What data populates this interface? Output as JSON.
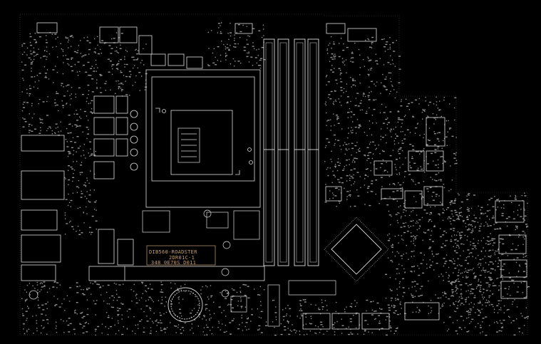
{
  "board": {
    "background": "#000000",
    "silkscreen_color": "#d8d8d8",
    "label_color": "#c79f72",
    "labels": {
      "model": "DIB560-ROADSTER",
      "version": "2DR01C-1",
      "part_number": "348 0E70S D011"
    }
  }
}
